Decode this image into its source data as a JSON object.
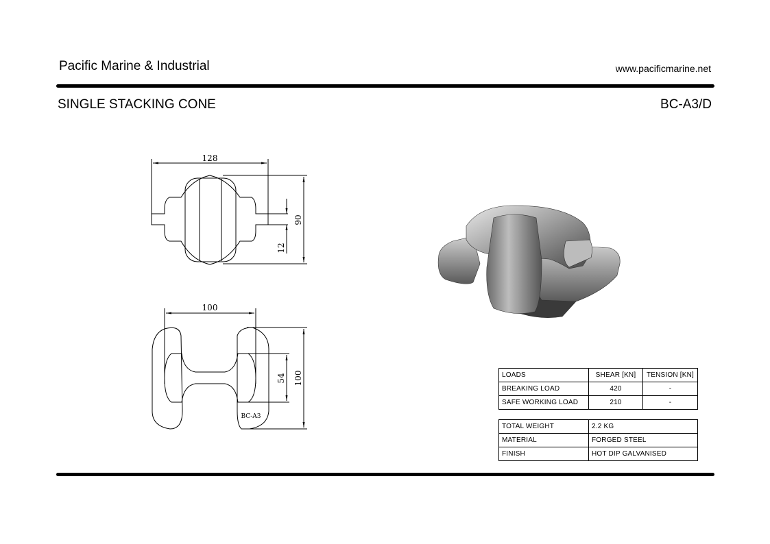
{
  "header": {
    "company": "Pacific Marine & Industrial",
    "url": "www.pacificmarine.net"
  },
  "product": {
    "title": "SINGLE STACKING CONE",
    "code": "BC-A3/D"
  },
  "drawing": {
    "top_view": {
      "width": "128",
      "height": "90",
      "slot": "12"
    },
    "bottom_view": {
      "width": "100",
      "height": "100",
      "inner": "54",
      "marking": "BC-A3"
    }
  },
  "loads_table": {
    "headers": [
      "LOADS",
      "SHEAR [KN]",
      "TENSION [KN]"
    ],
    "rows": [
      [
        "BREAKING LOAD",
        "420",
        "-"
      ],
      [
        "SAFE WORKING LOAD",
        "210",
        "-"
      ]
    ]
  },
  "spec_table": {
    "rows": [
      [
        "TOTAL WEIGHT",
        "2.2 KG"
      ],
      [
        "MATERIAL",
        "FORGED STEEL"
      ],
      [
        "FINISH",
        "HOT DIP GALVANISED"
      ]
    ]
  }
}
